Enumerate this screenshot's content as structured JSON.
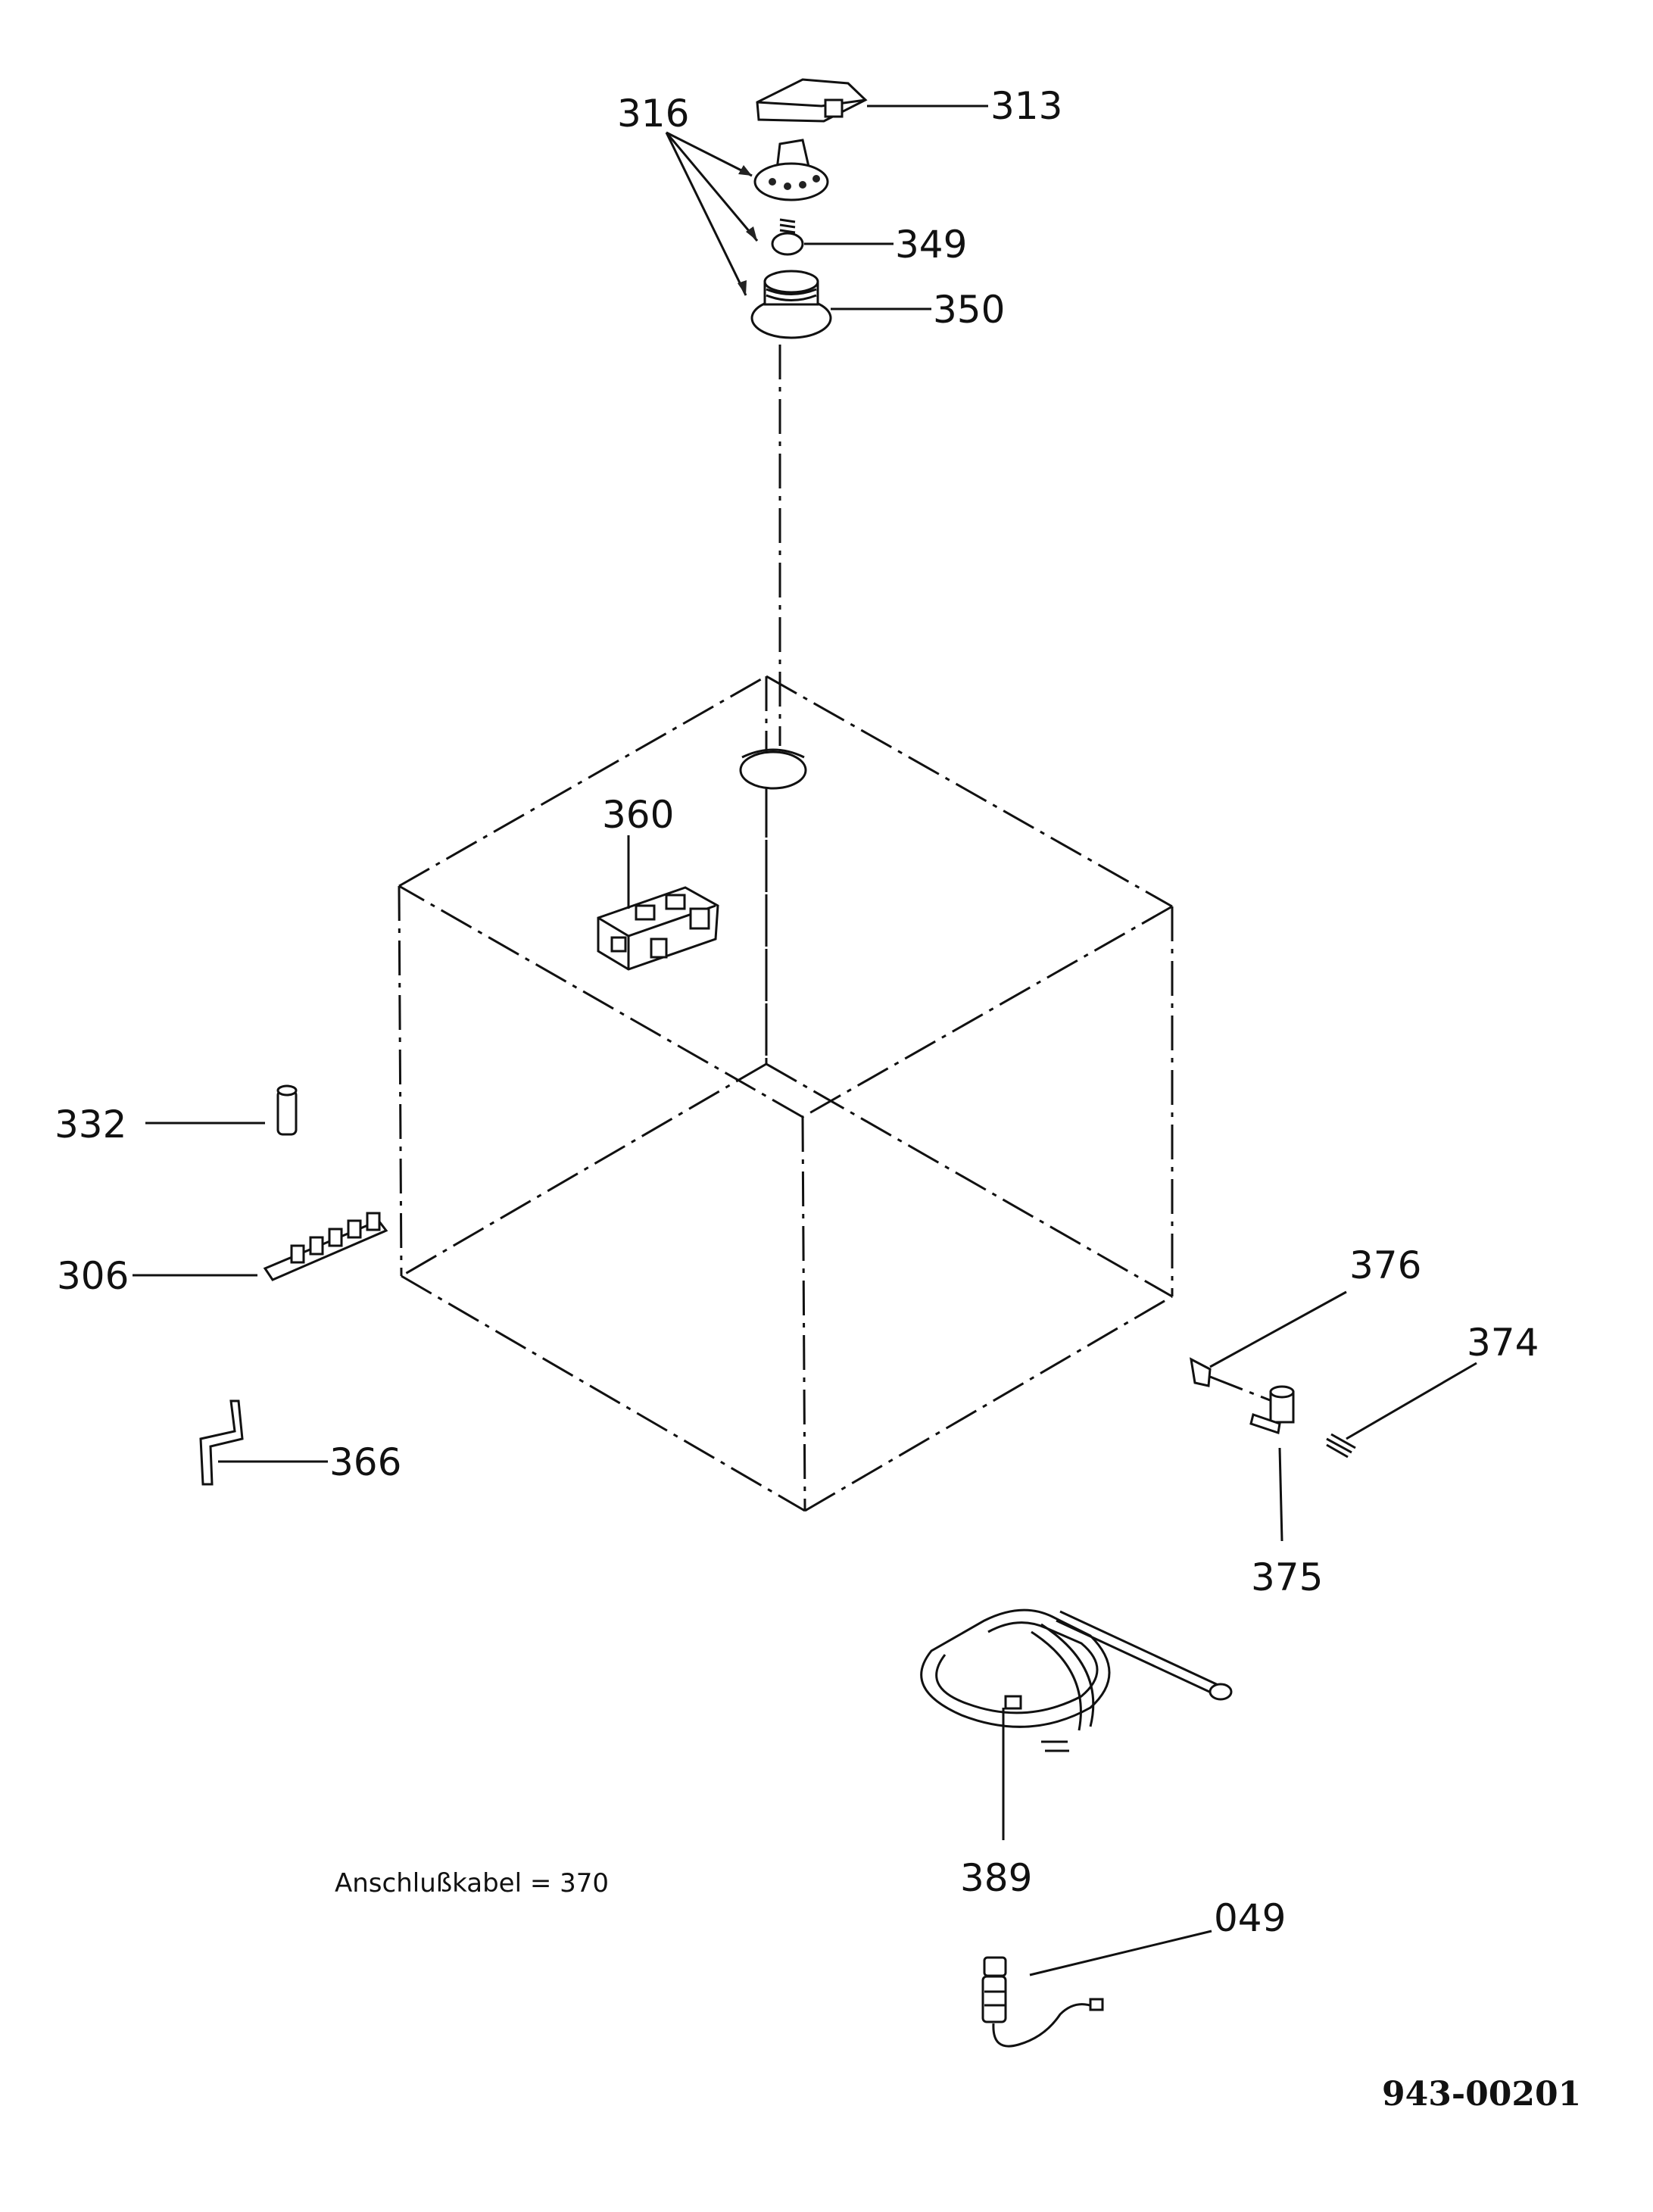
{
  "labels": {
    "p313": "313",
    "p316": "316",
    "p349": "349",
    "p350": "350",
    "p360": "360",
    "p332": "332",
    "p306": "306",
    "p366": "366",
    "p376": "376",
    "p374": "374",
    "p375": "375",
    "p389": "389",
    "p049": "049"
  },
  "note": "Anschlußkabel = 370",
  "document_number": "943-00201"
}
